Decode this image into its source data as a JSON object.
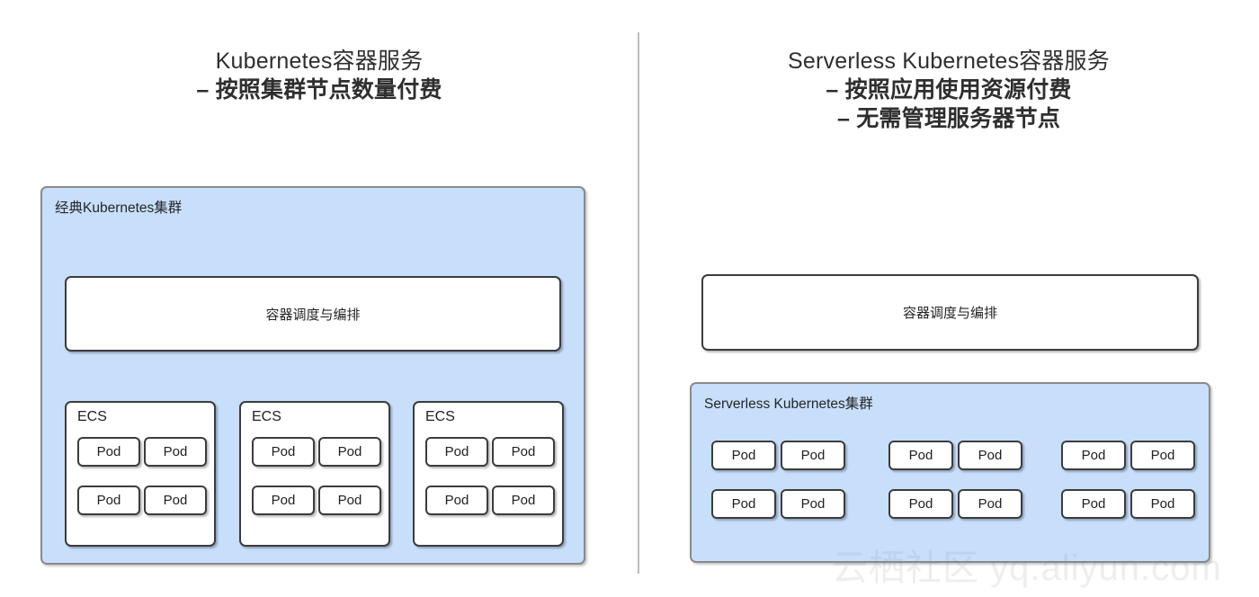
{
  "left_panel": {
    "title_lines": [
      "Kubernetes容器服务",
      "– 按照集群节点数量付费"
    ],
    "cluster_label": "经典Kubernetes集群",
    "orchestration_label": "容器调度与编排",
    "nodes": [
      {
        "label": "ECS",
        "pods": [
          "Pod",
          "Pod",
          "Pod",
          "Pod"
        ]
      },
      {
        "label": "ECS",
        "pods": [
          "Pod",
          "Pod",
          "Pod",
          "Pod"
        ]
      },
      {
        "label": "ECS",
        "pods": [
          "Pod",
          "Pod",
          "Pod",
          "Pod"
        ]
      }
    ]
  },
  "right_panel": {
    "title_lines": [
      "Serverless Kubernetes容器服务",
      "– 按照应用使用资源付费",
      "– 无需管理服务器节点"
    ],
    "cluster_label": "Serverless Kubernetes集群",
    "orchestration_label": "容器调度与编排",
    "pod_groups": [
      [
        "Pod",
        "Pod",
        "Pod",
        "Pod"
      ],
      [
        "Pod",
        "Pod",
        "Pod",
        "Pod"
      ],
      [
        "Pod",
        "Pod",
        "Pod",
        "Pod"
      ]
    ]
  },
  "watermark": "云栖社区 yq.aliyun.com",
  "colors": {
    "cluster_fill": "#c7dffb",
    "cluster_border": "#8a8a8a",
    "box_border": "#3c3c3c",
    "text": "#2b2b2b",
    "divider": "#bdbdbd",
    "background": "#ffffff"
  }
}
